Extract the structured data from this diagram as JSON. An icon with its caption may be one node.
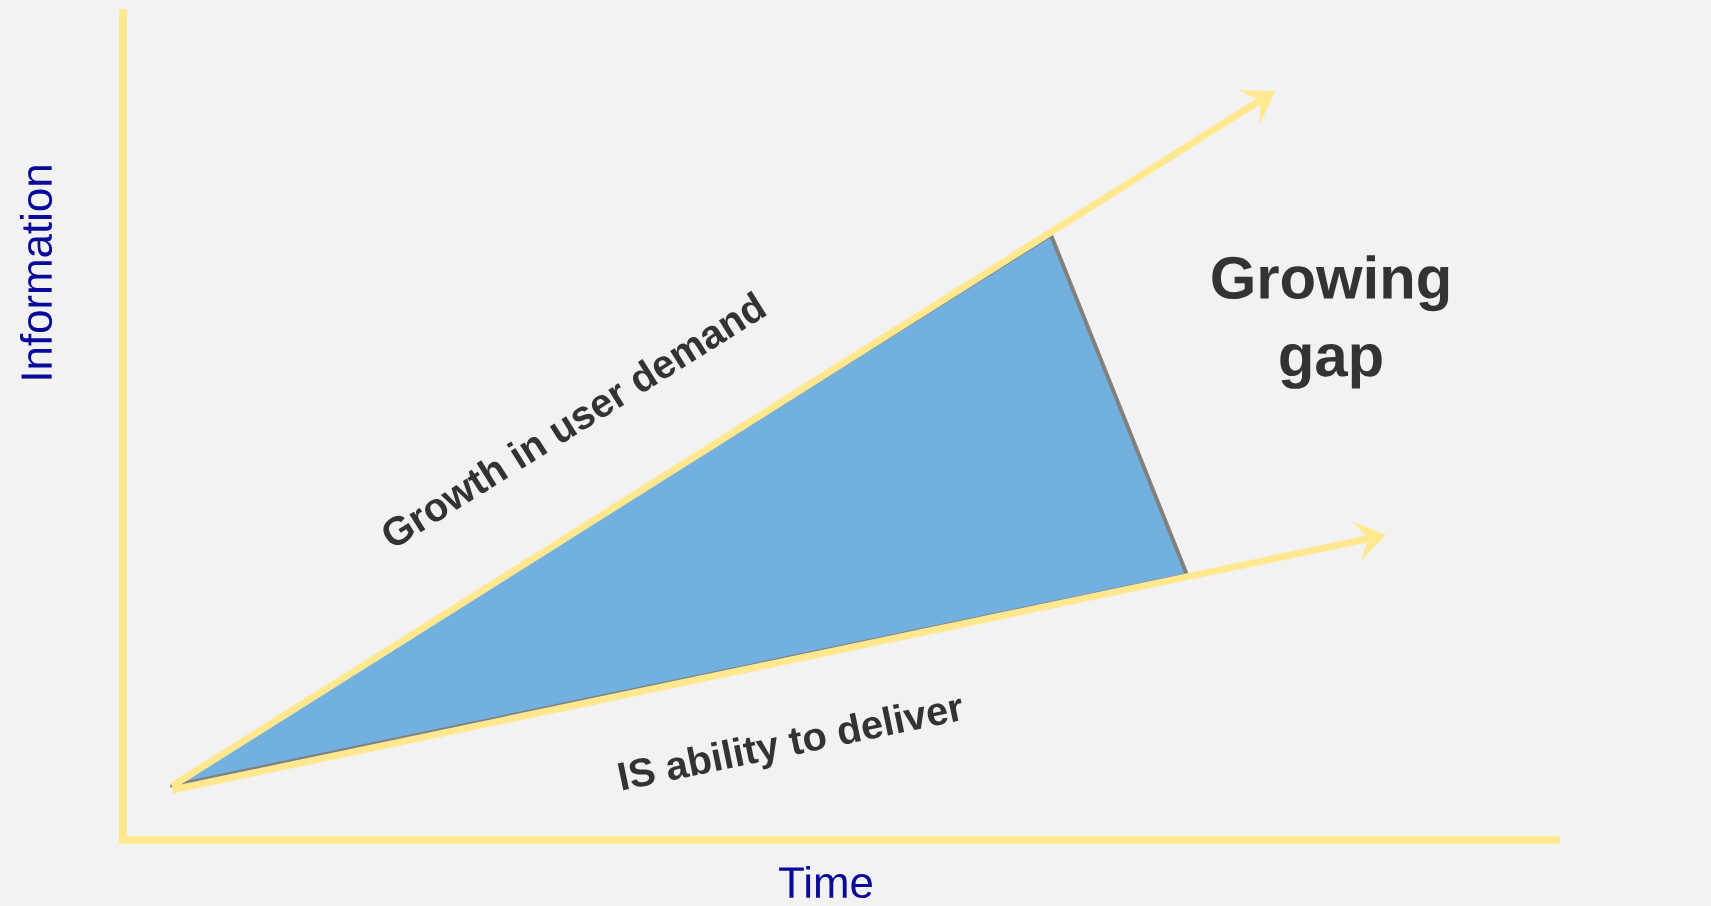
{
  "diagram": {
    "labels": [
      "Information",
      "Growth in user demand",
      "Growing gap",
      "IS ability to deliver",
      "Time"
    ]
  }
}
